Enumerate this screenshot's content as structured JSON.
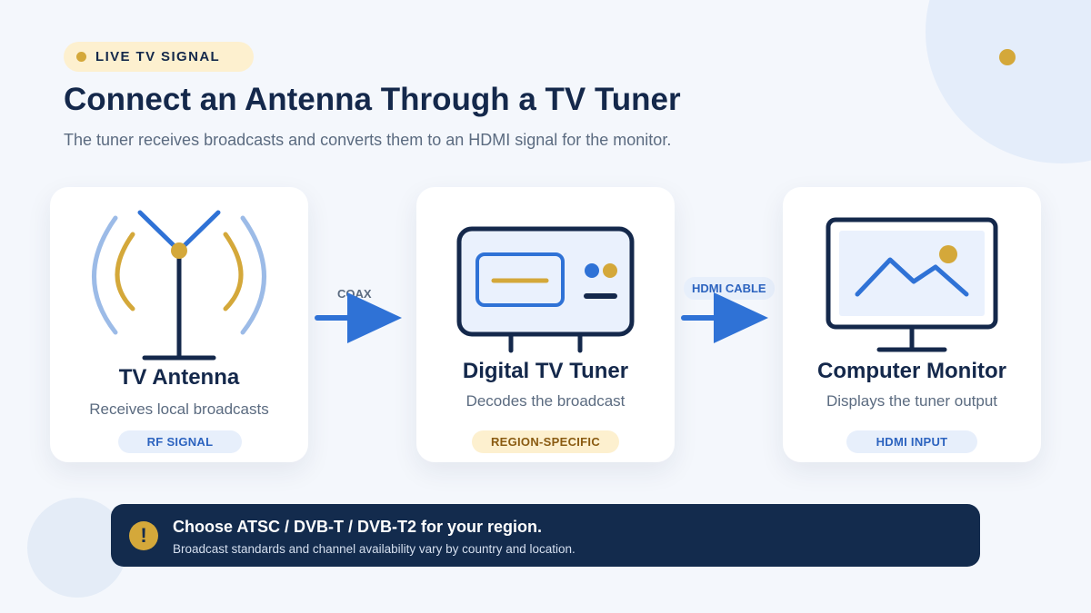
{
  "colors": {
    "navy": "#14284b",
    "blue": "#2f72d6",
    "light_blue": "#9cbbe7",
    "gold": "#d4a83a",
    "panel_blue": "#eaf1fd",
    "muted_text": "#5b6b80"
  },
  "badge": {
    "label": "LIVE TV SIGNAL"
  },
  "header": {
    "title": "Connect an Antenna Through a TV Tuner",
    "subtitle": "The tuner receives broadcasts and converts them to an HDMI signal for the monitor."
  },
  "cards": [
    {
      "icon": "antenna-icon",
      "title": "TV Antenna",
      "desc": "Receives local broadcasts",
      "tag": "RF SIGNAL"
    },
    {
      "icon": "tv-tuner-icon",
      "title": "Digital TV Tuner",
      "desc": "Decodes the broadcast",
      "tag": "REGION-SPECIFIC"
    },
    {
      "icon": "monitor-icon",
      "title": "Computer Monitor",
      "desc": "Displays the tuner output",
      "tag": "HDMI INPUT"
    }
  ],
  "connectors": [
    {
      "label": "COAX",
      "icon": "arrow-right-icon"
    },
    {
      "label": "HDMI CABLE",
      "icon": "arrow-right-icon"
    }
  ],
  "notice": {
    "icon": "warning-icon",
    "symbol": "!",
    "title": "Choose ATSC / DVB-T / DVB-T2 for your region.",
    "text": "Broadcast standards and channel availability vary by country and location."
  }
}
